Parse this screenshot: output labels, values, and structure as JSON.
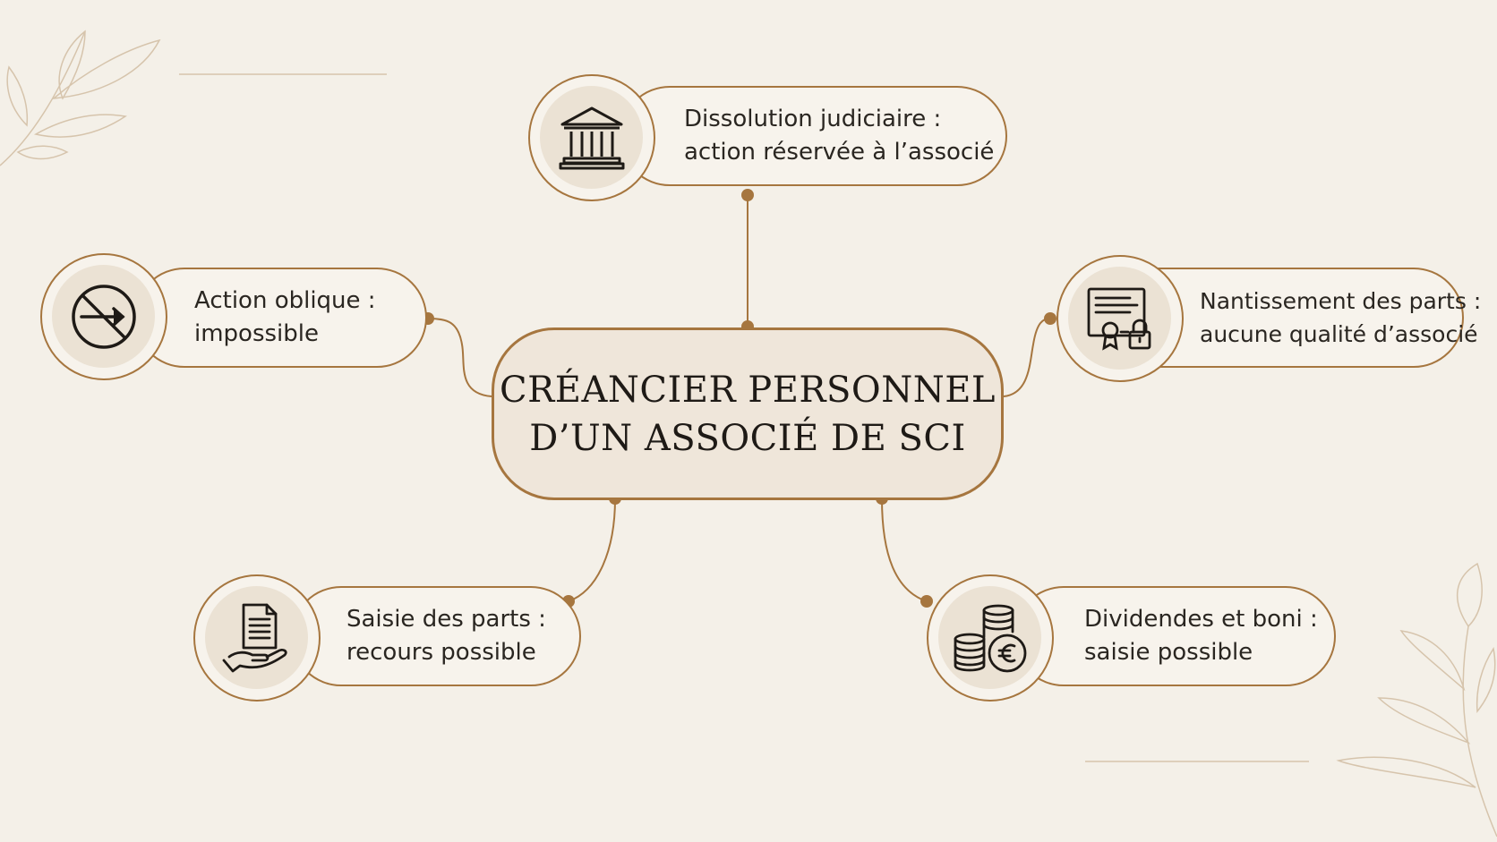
{
  "center": {
    "line1": "CRÉANCIER PERSONNEL",
    "line2": "D’UN ASSOCIÉ DE SCI"
  },
  "nodes": [
    {
      "id": "dissolution",
      "icon": "courthouse-icon",
      "line1": "Dissolution judiciaire :",
      "line2": "action réservée à l’associé"
    },
    {
      "id": "action-oblique",
      "icon": "prohibited-arrow-icon",
      "line1": "Action oblique :",
      "line2": "impossible"
    },
    {
      "id": "nantissement",
      "icon": "certificate-lock-icon",
      "line1": "Nantissement des parts :",
      "line2": "aucune qualité d’associé"
    },
    {
      "id": "saisie-parts",
      "icon": "document-hand-icon",
      "line1": "Saisie des parts :",
      "line2": "recours possible"
    },
    {
      "id": "dividendes",
      "icon": "coins-euro-icon",
      "line1": "Dividendes et boni :",
      "line2": "saisie possible"
    }
  ],
  "colors": {
    "accent": "#a6763f",
    "background": "#f4f0e8",
    "text": "#2a2621"
  }
}
